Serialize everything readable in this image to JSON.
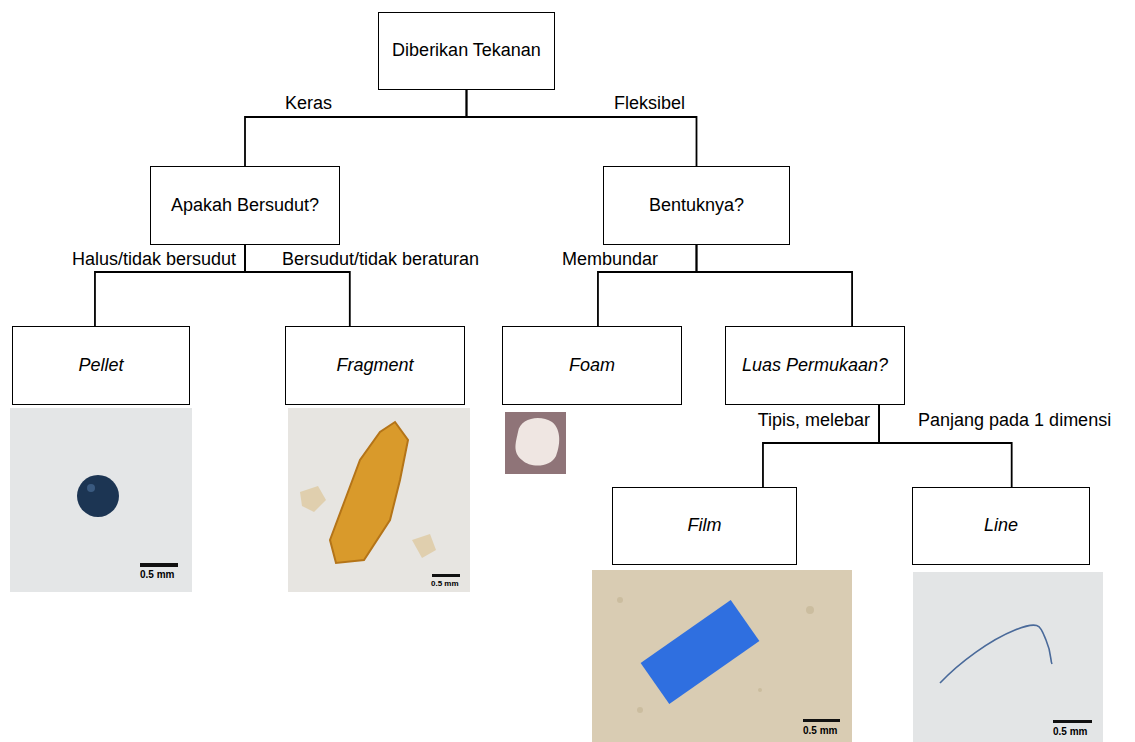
{
  "diagram": {
    "nodes": [
      {
        "text": [
          "Diberikan Tekanan"
        ]
      },
      {
        "text": [
          "Apakah Bersudut?"
        ]
      },
      {
        "text": [
          "Bentuknya?"
        ]
      },
      {
        "text": [
          "Pellet"
        ]
      },
      {
        "text": [
          "Fragment"
        ]
      },
      {
        "text": [
          "Foam"
        ]
      },
      {
        "text": [
          "Luas Permukaan?"
        ]
      },
      {
        "text": [
          "Film"
        ]
      },
      {
        "text": [
          "Line"
        ]
      }
    ],
    "edges": [
      {
        "from": 0,
        "to": 1,
        "arrow": "none",
        "label": "Keras"
      },
      {
        "from": 0,
        "to": 2,
        "arrow": "none",
        "label": "Fleksibel"
      },
      {
        "from": 1,
        "to": 3,
        "arrow": "none",
        "label": "Halus/tidak bersudut"
      },
      {
        "from": 1,
        "to": 4,
        "arrow": "none",
        "label": "Bersudut/tidak beraturan"
      },
      {
        "from": 2,
        "to": 5,
        "arrow": "none",
        "label": "Membundar"
      },
      {
        "from": 2,
        "to": 6,
        "arrow": "none"
      },
      {
        "from": 6,
        "to": 7,
        "arrow": "none",
        "label": "Tipis, melebar"
      },
      {
        "from": 6,
        "to": 8,
        "arrow": "none",
        "label": "Panjang pada 1 dimensi"
      }
    ],
    "labels": [
      "0.5 mm",
      "0.5 mm",
      "0.5 mm",
      "0.5 mm"
    ]
  }
}
